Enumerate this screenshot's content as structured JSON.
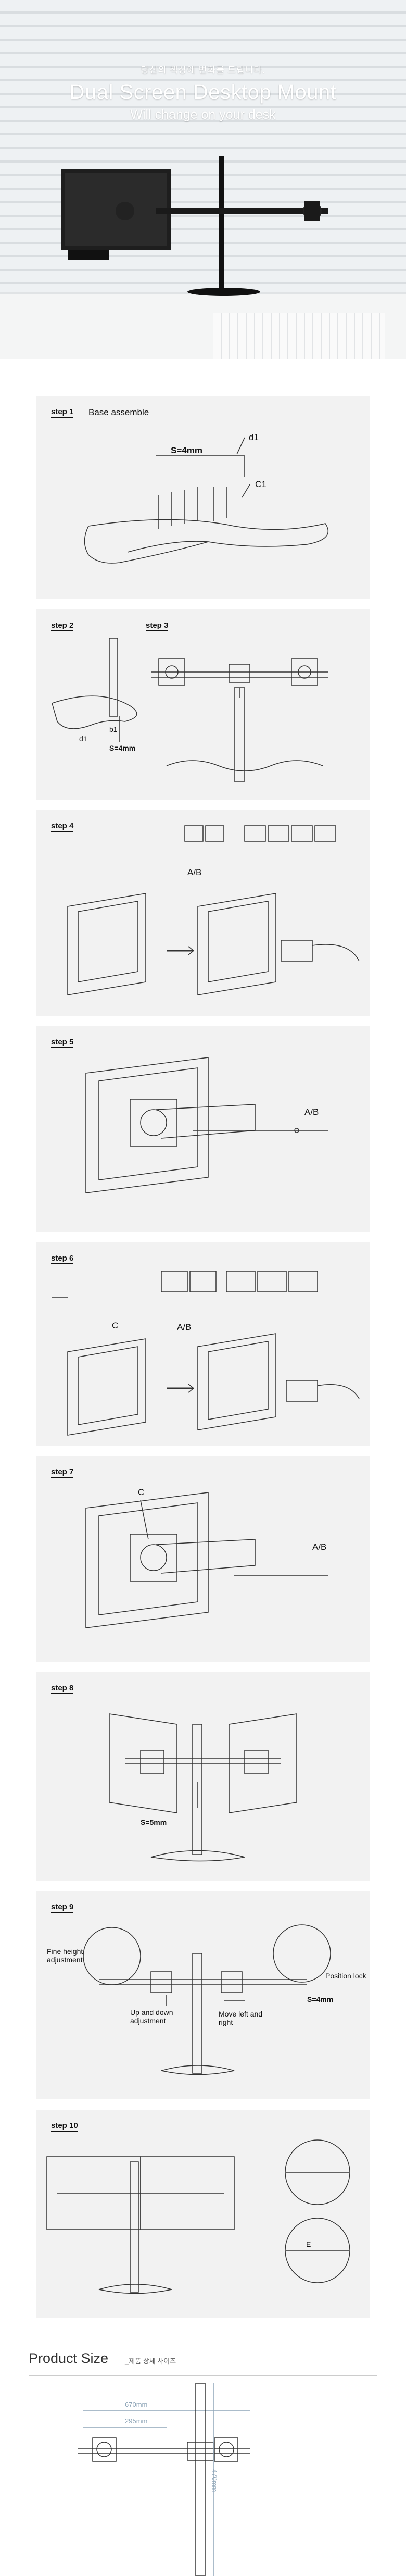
{
  "hero": {
    "korean": "당신의 책상에 변화를 드립니다.",
    "title": "Dual Screen Desktop Mount",
    "subtitle": "Will change on your desk"
  },
  "steps": [
    {
      "label": "step 1",
      "desc": "Base assemble",
      "labels": [
        "S=4mm",
        "d1",
        "C1"
      ]
    },
    {
      "label": "step 2",
      "labels": [
        "b1",
        "d1",
        "S=4mm"
      ]
    },
    {
      "label": "step 3"
    },
    {
      "label": "step 4",
      "labels": [
        "A/B"
      ]
    },
    {
      "label": "step 5",
      "labels": [
        "A/B"
      ]
    },
    {
      "label": "step 6",
      "labels": [
        "C",
        "A/B"
      ]
    },
    {
      "label": "step 7",
      "labels": [
        "C",
        "A/B"
      ]
    },
    {
      "label": "step 8",
      "labels": [
        "S=5mm"
      ]
    },
    {
      "label": "step 9",
      "labels": [
        "Fine height adjustment",
        "Up and down adjustment",
        "Move left and right",
        "Position lock",
        "S=4mm"
      ]
    },
    {
      "label": "step 10",
      "labels": [
        "E"
      ]
    }
  ],
  "product_size": {
    "title": "Product Size",
    "subtitle": "_제품 상세 사이즈",
    "dims": [
      "670mm",
      "295mm",
      "470mm"
    ]
  },
  "colors": {
    "panel": "#f2f2f2",
    "line": "#333333",
    "dim": "#8fa6b8"
  }
}
